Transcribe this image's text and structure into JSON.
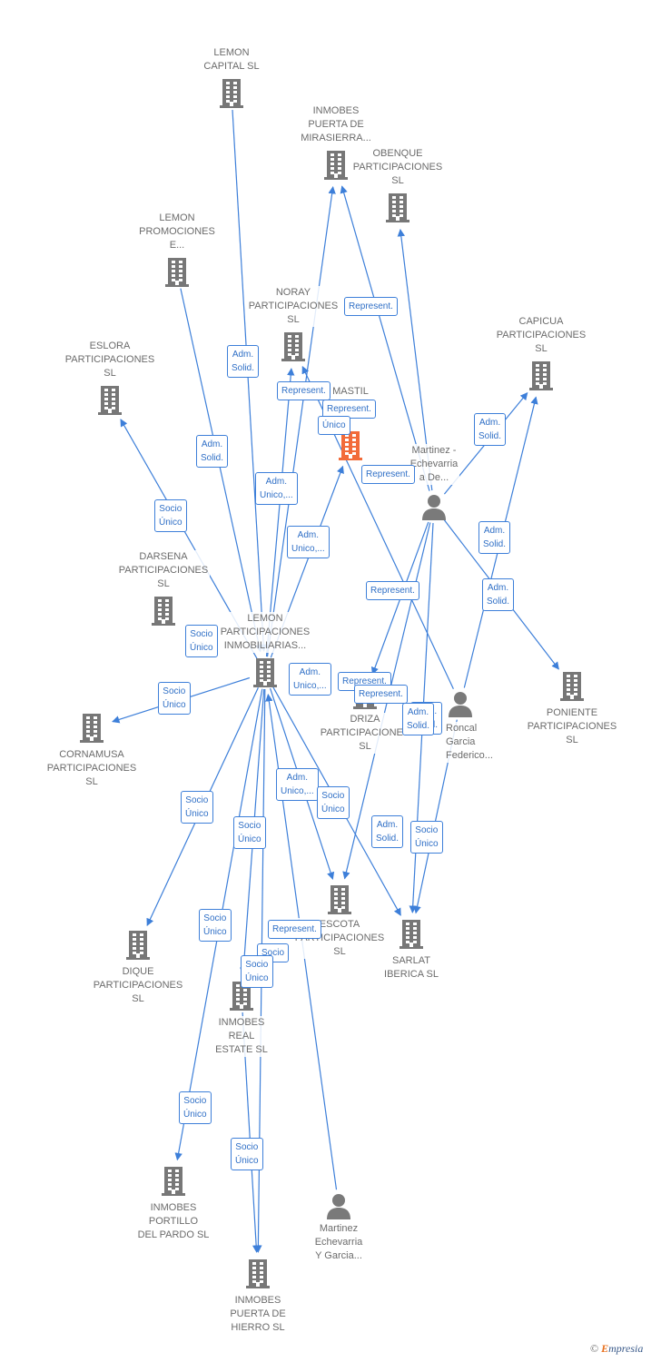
{
  "colors": {
    "edge": "#3d7fd9",
    "building": "#777777",
    "focus": "#f26b3a",
    "person": "#7a7a7a"
  },
  "nodes": [
    {
      "id": "lemon_capital",
      "label": "LEMON\nCAPITAL SL",
      "icon": "building"
    },
    {
      "id": "inmobes_mirasierra",
      "label": "INMOBES\nPUERTA DE\nMIRASIERRA...",
      "icon": "building"
    },
    {
      "id": "obenque",
      "label": "OBENQUE\nPARTICIPACIONES\nSL",
      "icon": "building"
    },
    {
      "id": "lemon_promociones",
      "label": "LEMON\nPROMOCIONES\nE...",
      "icon": "building"
    },
    {
      "id": "noray",
      "label": "NORAY\nPARTICIPACIONES\nSL",
      "icon": "building"
    },
    {
      "id": "capicua",
      "label": "CAPICUA\nPARTICIPACIONES\nSL",
      "icon": "building"
    },
    {
      "id": "eslora",
      "label": "ESLORA\nPARTICIPACIONES\nSL",
      "icon": "building"
    },
    {
      "id": "mastil",
      "label": "MASTIL\nES",
      "icon": "building-focus"
    },
    {
      "id": "martinez_1",
      "label": "Martinez -\nEchevarria\na De...",
      "icon": "person"
    },
    {
      "id": "darsena",
      "label": "DARSENA\nPARTICIPACIONES\nSL",
      "icon": "building"
    },
    {
      "id": "lemon_participaciones",
      "label": "LEMON\nPARTICIPACIONES\nINMOBILIARIAS...",
      "icon": "building"
    },
    {
      "id": "poniente",
      "label": "PONIENTE\nPARTICIPACIONES\nSL",
      "icon": "building"
    },
    {
      "id": "cornamusa",
      "label": "CORNAMUSA\nPARTICIPACIONES\nSL",
      "icon": "building"
    },
    {
      "id": "driza",
      "label": "DRIZA\nPARTICIPACIONES\nSL",
      "icon": "building"
    },
    {
      "id": "roncal",
      "label": "Roncal\nGarcia\nFederico...",
      "icon": "person"
    },
    {
      "id": "escota",
      "label": "ESCOTA\nPARTICIPACIONES\nSL",
      "icon": "building"
    },
    {
      "id": "sarlat",
      "label": "SARLAT\nIBERICA SL",
      "icon": "building"
    },
    {
      "id": "dique",
      "label": "DIQUE\nPARTICIPACIONES\nSL",
      "icon": "building"
    },
    {
      "id": "inmobes_real",
      "label": "INMOBES\nREAL\nESTATE SL",
      "icon": "building"
    },
    {
      "id": "inmobes_portillo",
      "label": "INMOBES\nPORTILLO\nDEL PARDO SL",
      "icon": "building"
    },
    {
      "id": "martinez_2",
      "label": "Martinez\nEchevarria\nY Garcia...",
      "icon": "person"
    },
    {
      "id": "inmobes_hierro",
      "label": "INMOBES\nPUERTA DE\nHIERRO SL",
      "icon": "building"
    }
  ],
  "edges": [
    {
      "from": "lemon_capital",
      "to": "lemon_participaciones"
    },
    {
      "from": "lemon_promociones",
      "to": "lemon_participaciones"
    },
    {
      "from": "lemon_participaciones",
      "to": "eslora"
    },
    {
      "from": "lemon_participaciones",
      "to": "inmobes_mirasierra"
    },
    {
      "from": "lemon_participaciones",
      "to": "noray"
    },
    {
      "from": "lemon_participaciones",
      "to": "mastil"
    },
    {
      "from": "lemon_participaciones",
      "to": "cornamusa"
    },
    {
      "from": "lemon_participaciones",
      "to": "dique"
    },
    {
      "from": "lemon_participaciones",
      "to": "inmobes_real"
    },
    {
      "from": "lemon_participaciones",
      "to": "inmobes_portillo"
    },
    {
      "from": "lemon_participaciones",
      "to": "inmobes_hierro"
    },
    {
      "from": "lemon_participaciones",
      "to": "escota"
    },
    {
      "from": "lemon_participaciones",
      "to": "sarlat"
    },
    {
      "from": "martinez_1",
      "to": "inmobes_mirasierra"
    },
    {
      "from": "martinez_1",
      "to": "obenque"
    },
    {
      "from": "martinez_1",
      "to": "capicua"
    },
    {
      "from": "martinez_1",
      "to": "poniente"
    },
    {
      "from": "martinez_1",
      "to": "driza"
    },
    {
      "from": "martinez_1",
      "to": "escota"
    },
    {
      "from": "martinez_1",
      "to": "sarlat"
    },
    {
      "from": "roncal",
      "to": "capicua"
    },
    {
      "from": "roncal",
      "to": "sarlat"
    },
    {
      "from": "roncal",
      "to": "noray"
    },
    {
      "from": "martinez_2",
      "to": "lemon_participaciones"
    },
    {
      "from": "inmobes_real",
      "to": "inmobes_hierro"
    }
  ],
  "edge_labels": [
    "Represent.",
    "Adm.\nSolid.",
    "Represent.",
    "Adm.\nSolid.",
    "Adm.\nSolid.",
    "Adm.\nSolid.",
    "Represent.",
    "Único",
    "Represent.",
    "Adm.\nUnico,...",
    "Adm.\nUnico,...",
    "Adm.\nSolid.",
    "Socio\nÚnico",
    "Adm.\nSolid.",
    "Represent.",
    "Socio\nÚnico",
    "Socio\nÚnico",
    "Adm.\nUnico,...",
    "Represent.",
    "Represent.",
    "Adm.\nSolid.",
    "Adm.\nUnico,...",
    "Socio\nÚnico",
    "Socio\nÚnico",
    "Socio\nÚnico",
    "Socio\nÚnico",
    "Adm.\nSolid.",
    "Socio\nÚnico",
    "Represent.",
    "Socio",
    "Socio\nÚnico",
    "Socio\nÚnico",
    "Socio\nÚnico"
  ],
  "brand": {
    "copyright": "©",
    "initial": "E",
    "rest": "mpresia"
  }
}
